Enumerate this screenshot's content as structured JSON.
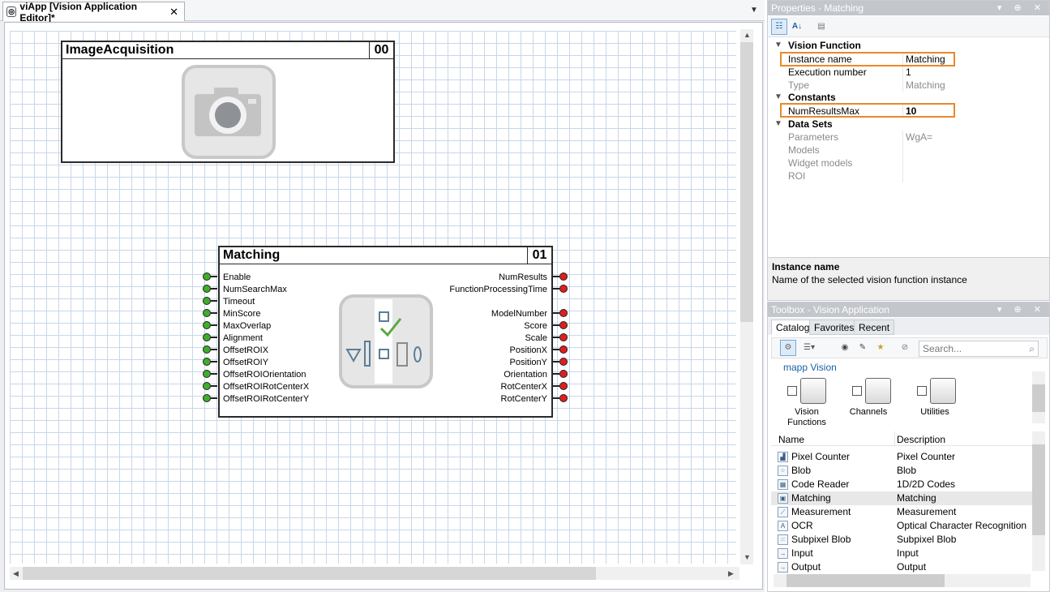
{
  "editor": {
    "tab_title": "viApp [Vision Application Editor]*",
    "close_glyph": "✕",
    "dropdown_glyph": "▼"
  },
  "blocks": {
    "acquisition": {
      "title": "ImageAcquisition",
      "number": "00"
    },
    "matching": {
      "title": "Matching",
      "number": "01",
      "inputs": [
        "Enable",
        "NumSearchMax",
        "Timeout",
        "MinScore",
        "MaxOverlap",
        "Alignment",
        "OffsetROIX",
        "OffsetROIY",
        "OffsetROIOrientation",
        "OffsetROIRotCenterX",
        "OffsetROIRotCenterY"
      ],
      "outputs_top": [
        "NumResults",
        "FunctionProcessingTime"
      ],
      "outputs_bottom": [
        "ModelNumber",
        "Score",
        "Scale",
        "PositionX",
        "PositionY",
        "Orientation",
        "RotCenterX",
        "RotCenterY"
      ]
    }
  },
  "properties": {
    "header": "Properties - Matching",
    "header_controls": "▾ ⊕ ✕",
    "categories": {
      "vision_function": "Vision Function",
      "constants": "Constants",
      "data_sets": "Data Sets"
    },
    "rows": {
      "instance_name": {
        "key": "Instance name",
        "value": "Matching"
      },
      "execution_number": {
        "key": "Execution number",
        "value": "1"
      },
      "type": {
        "key": "Type",
        "value": "Matching"
      },
      "num_results_max": {
        "key": "NumResultsMax",
        "value": "10"
      },
      "parameters": {
        "key": "Parameters",
        "value": "WgA="
      },
      "models": {
        "key": "Models",
        "value": ""
      },
      "widget_models": {
        "key": "Widget models",
        "value": ""
      },
      "roi": {
        "key": "ROI",
        "value": ""
      }
    },
    "description": {
      "title": "Instance name",
      "text": "Name of the selected vision function instance"
    }
  },
  "toolbox": {
    "header": "Toolbox - Vision Application",
    "tabs": [
      "Catalog",
      "Favorites",
      "Recent"
    ],
    "search_placeholder": "Search...",
    "catalog_title": "mapp Vision",
    "catalog_items": [
      "Vision Functions",
      "Channels",
      "Utilities"
    ],
    "list_headers": {
      "name": "Name",
      "description": "Description"
    },
    "list": [
      {
        "name": "Pixel Counter",
        "description": "Pixel Counter"
      },
      {
        "name": "Blob",
        "description": "Blob"
      },
      {
        "name": "Code Reader",
        "description": "1D/2D Codes"
      },
      {
        "name": "Matching",
        "description": "Matching"
      },
      {
        "name": "Measurement",
        "description": "Measurement"
      },
      {
        "name": "OCR",
        "description": "Optical Character Recognition"
      },
      {
        "name": "Subpixel Blob",
        "description": "Subpixel Blob"
      },
      {
        "name": "Input",
        "description": "Input"
      },
      {
        "name": "Output",
        "description": "Output"
      }
    ]
  },
  "colors": {
    "input_pin": "#3fae2a",
    "output_pin": "#e01e1e",
    "highlight": "#e8892a",
    "accent": "#1d5fa8"
  }
}
